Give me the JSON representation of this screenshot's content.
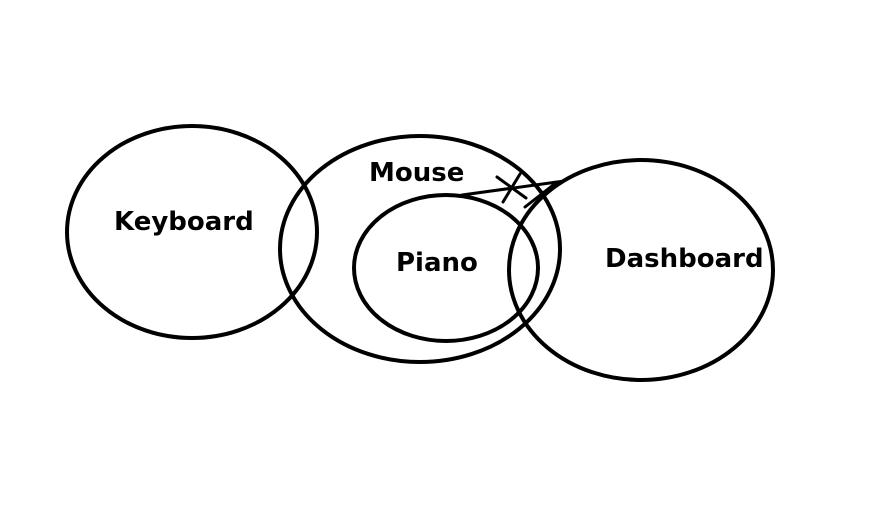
{
  "diagram": {
    "type": "euler-diagram",
    "sets": {
      "keyboard": {
        "label": "Keyboard"
      },
      "mouse": {
        "label": "Mouse"
      },
      "piano": {
        "label": "Piano"
      },
      "dashboard": {
        "label": "Dashboard"
      }
    },
    "relations": [
      {
        "from": "Piano",
        "to": "Dashboard",
        "marker": "cross"
      }
    ],
    "colors": {
      "stroke": "#000000",
      "background": "#ffffff",
      "text": "#000000"
    }
  }
}
